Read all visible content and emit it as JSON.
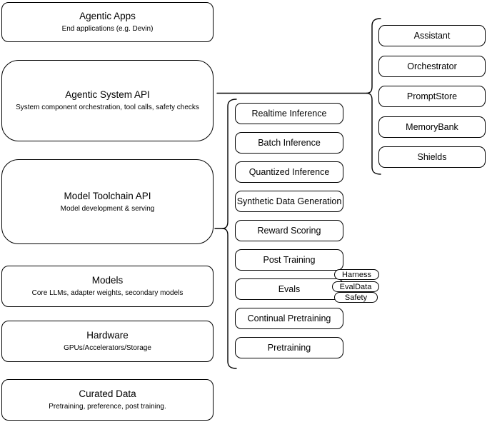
{
  "diagram": {
    "left_column": [
      {
        "title": "Agentic Apps",
        "subtitle": "End applications (e.g. Devin)"
      },
      {
        "title": "Agentic System API",
        "subtitle": "System component orchestration, tool calls, safety checks"
      },
      {
        "title": "Model Toolchain API",
        "subtitle": "Model development & serving"
      },
      {
        "title": "Models",
        "subtitle": "Core LLMs, adapter weights, secondary models"
      },
      {
        "title": "Hardware",
        "subtitle": "GPUs/Accelerators/Storage"
      },
      {
        "title": "Curated Data",
        "subtitle": "Pretraining, preference, post training."
      }
    ],
    "toolchain_items": [
      "Realtime Inference",
      "Batch Inference",
      "Quantized Inference",
      "Synthetic Data Generation",
      "Reward Scoring",
      "Post Training",
      "Evals",
      "Continual Pretraining",
      "Pretraining"
    ],
    "eval_tags": [
      "Harness",
      "EvalData",
      "Safety"
    ],
    "system_components": [
      "Assistant",
      "Orchestrator",
      "PromptStore",
      "MemoryBank",
      "Shields"
    ],
    "colors": {
      "stroke": "#000000",
      "fill": "#ffffff",
      "text": "#000000"
    }
  }
}
